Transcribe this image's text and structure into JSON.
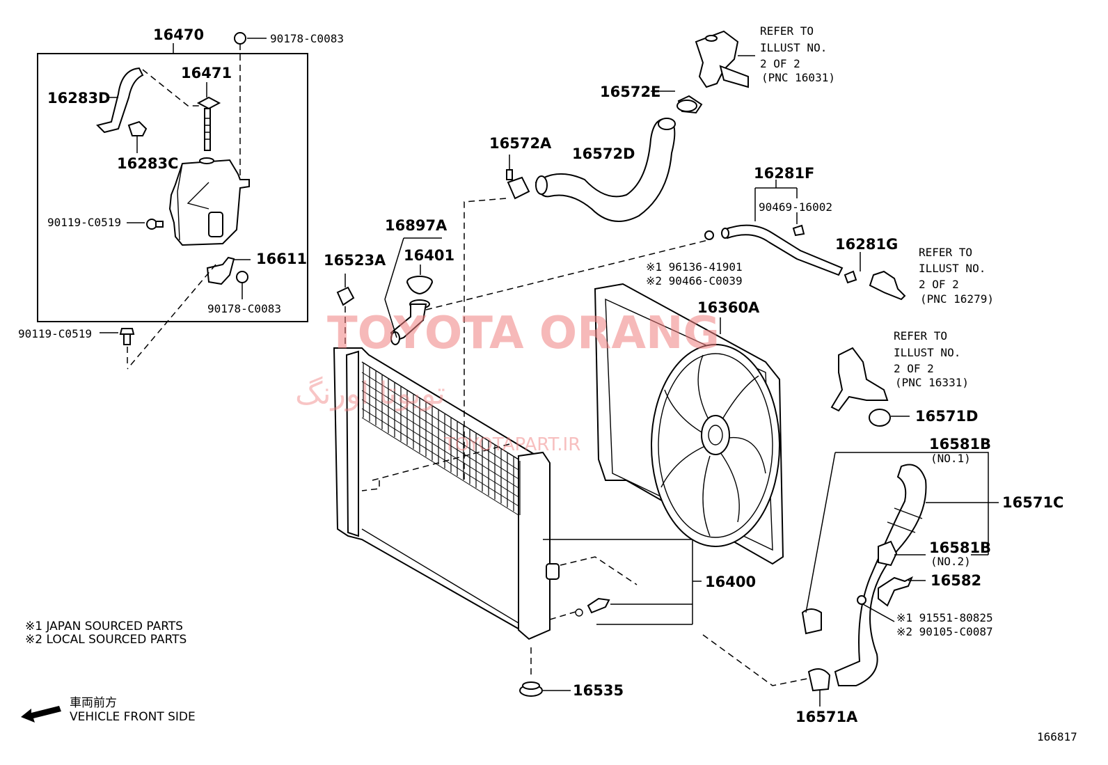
{
  "labels": {
    "p16470": "16470",
    "p90178a": "90178-C0083",
    "p16471": "16471",
    "p16283D": "16283D",
    "p16283C": "16283C",
    "p90119a": "90119-C0519",
    "p16611": "16611",
    "p90178b": "90178-C0083",
    "p90119b": "90119-C0519",
    "p16572E": "16572E",
    "p16572A": "16572A",
    "p16572D": "16572D",
    "p16897A": "16897A",
    "p16401": "16401",
    "p16523A": "16523A",
    "p16281F": "16281F",
    "p90469": "90469-16002",
    "p16281G": "16281G",
    "p96136": "※1 96136-41901",
    "p90466": "※2 90466-C0039",
    "p16360A": "16360A",
    "p16571D": "16571D",
    "p16581B1": "16581B",
    "p16581B1n": "(NO.1)",
    "p16571C": "16571C",
    "p16581B2": "16581B",
    "p16581B2n": "(NO.2)",
    "p16582": "16582",
    "p91551": "※1 91551-80825",
    "p90105": "※2 90105-C0087",
    "p16400": "16400",
    "p16535": "16535",
    "p16571A": "16571A",
    "diagram_id": "166817"
  },
  "refer_notes": {
    "top": [
      "REFER TO",
      "ILLUST NO.",
      "2 OF 2",
      "(PNC 16031)"
    ],
    "right": [
      "REFER TO",
      "ILLUST NO.",
      "2 OF 2",
      "(PNC 16279)"
    ],
    "mid": [
      "REFER TO",
      "ILLUST NO.",
      "2 OF 2",
      "(PNC 16331)"
    ]
  },
  "legend": {
    "note1": "※1  JAPAN SOURCED PARTS",
    "note2": "※2  LOCAL SOURCED PARTS",
    "front_jp": "車両前方",
    "front_en": "VEHICLE FRONT SIDE"
  },
  "watermark": {
    "main": "TOYOTA ORANG",
    "arabic": "تویوتا اورنگ",
    "site": "TOYOTAPART.IR",
    "color": "#f08080"
  }
}
